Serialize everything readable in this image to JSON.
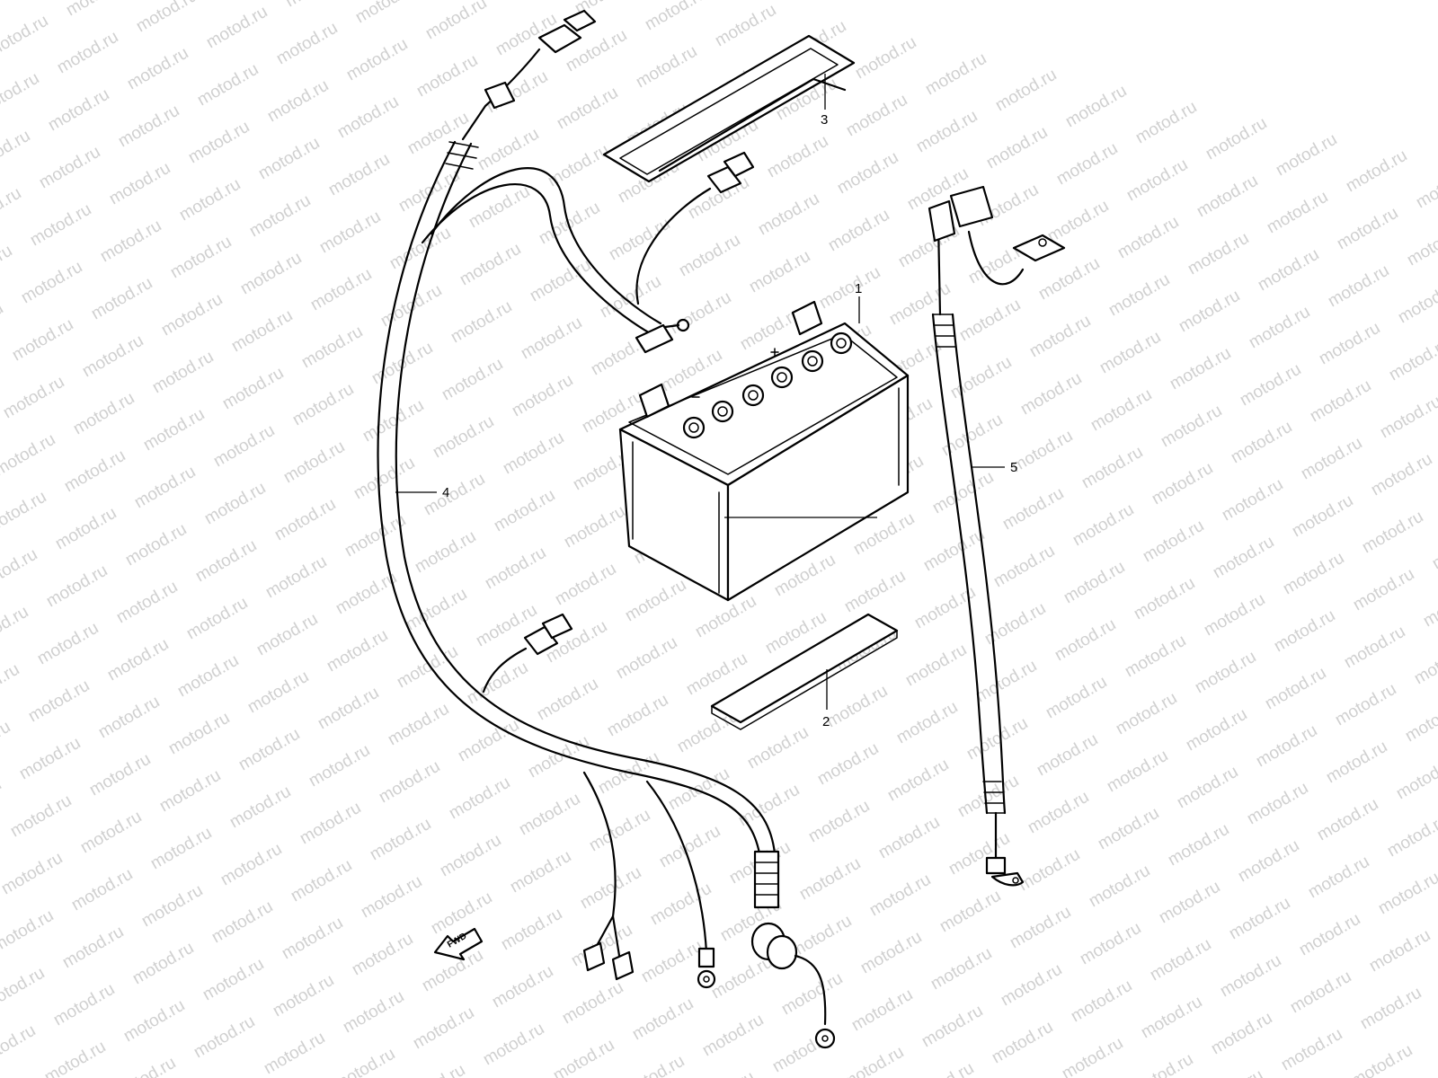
{
  "watermark": "motod.ru",
  "callouts": [
    {
      "id": "battery",
      "label": "1"
    },
    {
      "id": "spacer",
      "label": "2"
    },
    {
      "id": "strap",
      "label": "3"
    },
    {
      "id": "harness",
      "label": "4"
    },
    {
      "id": "cable",
      "label": "5"
    }
  ],
  "direction_marker": {
    "label": "FWD",
    "icon": "arrow-left-icon"
  },
  "colors": {
    "line": "#000000",
    "watermark": "#d0d0d0",
    "background": "#ffffff"
  }
}
